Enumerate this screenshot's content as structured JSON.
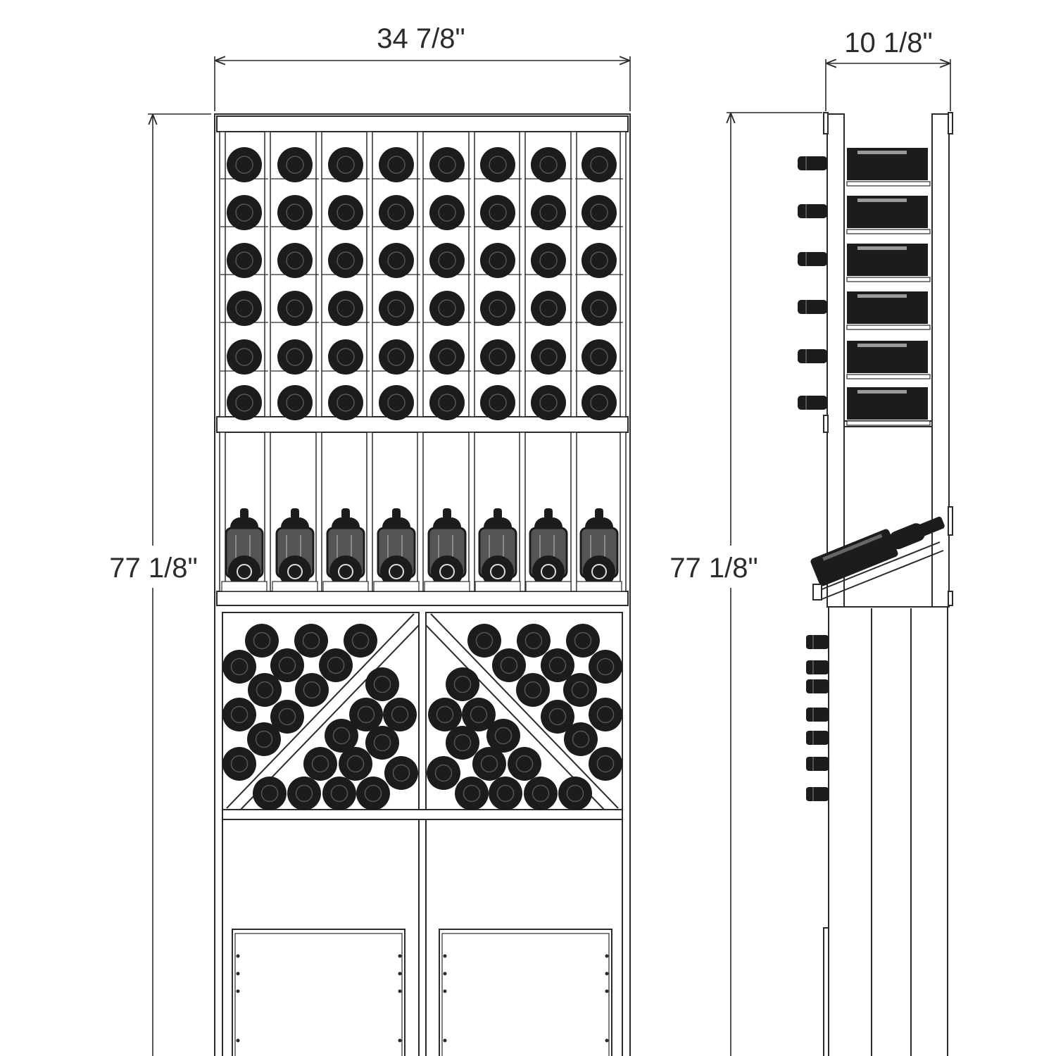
{
  "dimensions": {
    "front_width": "34 7/8\"",
    "front_height": "77 1/8\"",
    "side_depth": "10 1/8\"",
    "side_height": "77 1/8\""
  },
  "colors": {
    "line": "#2b2b2b",
    "bottle": "#1c1c1c",
    "bottle_highlight": "#555555",
    "background": "#ffffff"
  }
}
